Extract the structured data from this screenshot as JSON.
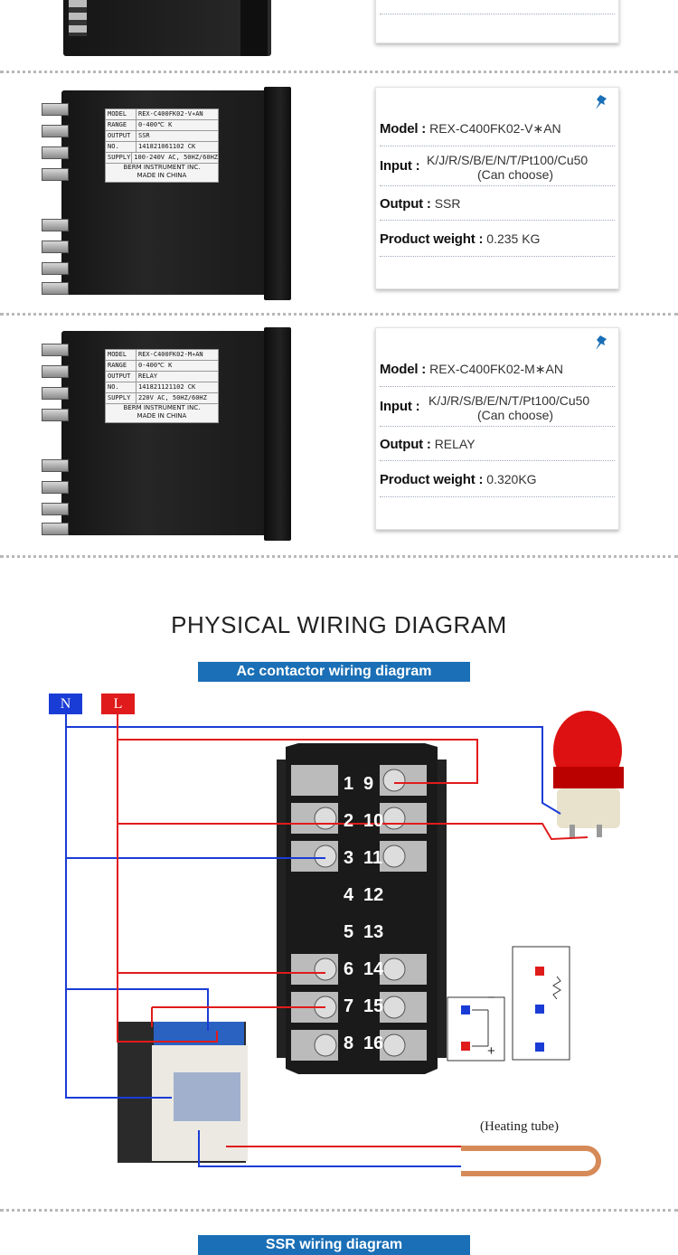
{
  "products": [
    {
      "model_label": "Model",
      "model_value": "REX-C400FK02-V∗AN",
      "input_label": "Input",
      "input_value": "K/J/R/S/B/E/N/T/Pt100/Cu50",
      "input_note": "(Can choose)",
      "output_label": "Output",
      "output_value": "SSR",
      "weight_label": "Product weight",
      "weight_value": "0.235 KG",
      "nameplate": {
        "rows": [
          {
            "k": "MODEL",
            "v": "REX-C400FK02-V∗AN"
          },
          {
            "k": "RANGE",
            "v": "0-400℃ K"
          },
          {
            "k": "OUTPUT",
            "v": "SSR"
          },
          {
            "k": "NO.",
            "v": "141821061102 CK"
          },
          {
            "k": "SUPPLY",
            "v": "100-240V AC, 50HZ/60HZ"
          }
        ],
        "brand": "BERM INSTRUMENT INC.",
        "origin": "MADE IN CHINA"
      }
    },
    {
      "model_label": "Model",
      "model_value": "REX-C400FK02-M∗AN",
      "input_label": "Input",
      "input_value": "K/J/R/S/B/E/N/T/Pt100/Cu50",
      "input_note": "(Can choose)",
      "output_label": "Output",
      "output_value": "RELAY",
      "weight_label": "Product weight",
      "weight_value": "0.320KG",
      "nameplate": {
        "rows": [
          {
            "k": "MODEL",
            "v": "REX-C400FK02-M∗AN"
          },
          {
            "k": "RANGE",
            "v": "0-400℃ K"
          },
          {
            "k": "OUTPUT",
            "v": "RELAY"
          },
          {
            "k": "NO.",
            "v": "141821121102 CK"
          },
          {
            "k": "SUPPLY",
            "v": "220V AC, 50HZ/60HZ"
          }
        ],
        "brand": "BERM INSTRUMENT INC.",
        "origin": "MADE IN CHINA"
      }
    }
  ],
  "wiring": {
    "section_title": "PHYSICAL WIRING DIAGRAM",
    "banner_ac": "Ac contactor wiring diagram",
    "label_n": "N",
    "label_l": "L",
    "terminals": [
      {
        "left": "1",
        "right": "9"
      },
      {
        "left": "2",
        "right": "10"
      },
      {
        "left": "3",
        "right": "11"
      },
      {
        "left": "4",
        "right": "12"
      },
      {
        "left": "5",
        "right": "13"
      },
      {
        "left": "6",
        "right": "14"
      },
      {
        "left": "7",
        "right": "15"
      },
      {
        "left": "8",
        "right": "16"
      }
    ],
    "heating_label": "(Heating tube)",
    "banner_ssr": "SSR wiring diagram",
    "colors": {
      "blue": "#1a3cd6",
      "red": "#e01b1b",
      "banner": "#1a6fb6"
    }
  }
}
